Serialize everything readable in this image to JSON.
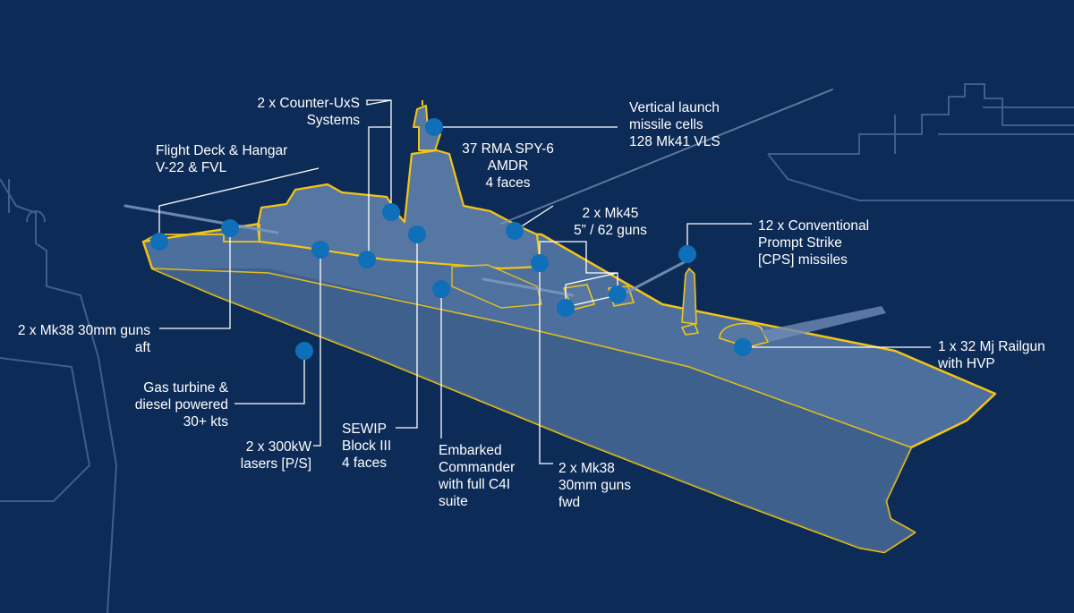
{
  "colors": {
    "background": "#0d2b57",
    "hull": "#4c6f9d",
    "hull_dark": "#3a5b88",
    "outline": "#f2c417",
    "marker": "#0f6fb8",
    "leader": "#ffffff",
    "ghost_lines": "#3d5f8c"
  },
  "icons": {
    "marker": "circle-marker-icon"
  },
  "callouts": [
    {
      "id": "counter-uxs",
      "text": "2 x Counter-UxS\nSystems"
    },
    {
      "id": "vls",
      "text": "Vertical launch\nmissile cells\n128 Mk41 VLS"
    },
    {
      "id": "flight-deck",
      "text": "Flight Deck & Hangar\nV-22 & FVL"
    },
    {
      "id": "spy6",
      "text": "37 RMA SPY-6\nAMDR\n4 faces"
    },
    {
      "id": "mk45",
      "text": "2 x Mk45\n5” / 62 guns"
    },
    {
      "id": "cps",
      "text": "12 x Conventional\nPrompt Strike\n[CPS] missiles"
    },
    {
      "id": "mk38-aft",
      "text": "2 x Mk38 30mm guns\naft"
    },
    {
      "id": "railgun",
      "text": "1 x 32 Mj Railgun\nwith HVP"
    },
    {
      "id": "propulsion",
      "text": "Gas turbine &\ndiesel powered\n30+ kts"
    },
    {
      "id": "sewip",
      "text": "SEWIP\nBlock III\n4 faces"
    },
    {
      "id": "commander",
      "text": "Embarked\nCommander\nwith full C4I\nsuite"
    },
    {
      "id": "mk38-fwd",
      "text": "2 x Mk38\n30mm guns\nfwd"
    },
    {
      "id": "lasers",
      "text": "2 x 300kW\nlasers [P/S]"
    }
  ]
}
